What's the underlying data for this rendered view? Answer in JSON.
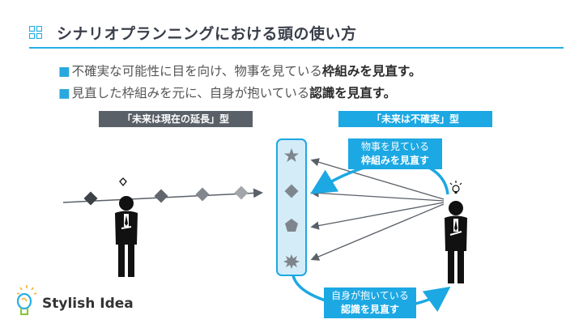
{
  "slide": {
    "title": "シナリオプランニングにおける頭の使い方",
    "bullets": [
      {
        "marker": "■",
        "text": "不確実な可能性に目を向け、物事を見ている",
        "bold": "枠組みを見直す。"
      },
      {
        "marker": "■",
        "text": "見直した枠組みを元に、自身が抱いている",
        "bold": "認識を見直す。"
      }
    ],
    "left_badge": "「未来は現在の延長」型",
    "right_badge": "「未来は不確実」型",
    "callout_top": {
      "line1": "物事を見ている",
      "line2": "枠組みを見直す"
    },
    "callout_bottom": {
      "line1": "自身が抱いている",
      "line2": "認識を見直す"
    },
    "logo_text": "Stylish Idea"
  },
  "colors": {
    "accent": "#1ca8e3",
    "dark_badge": "#5a6068",
    "title": "#3a3f4a",
    "figure": "#111111",
    "diamond_dark": "#3d4148",
    "diamond_light": "#8f949a"
  },
  "icons": {
    "title_icon": "grid-icon",
    "shapes": [
      "star-icon",
      "diamond-icon",
      "pentagon-icon",
      "burst-icon"
    ],
    "logo": "lightbulb-logo-icon"
  }
}
